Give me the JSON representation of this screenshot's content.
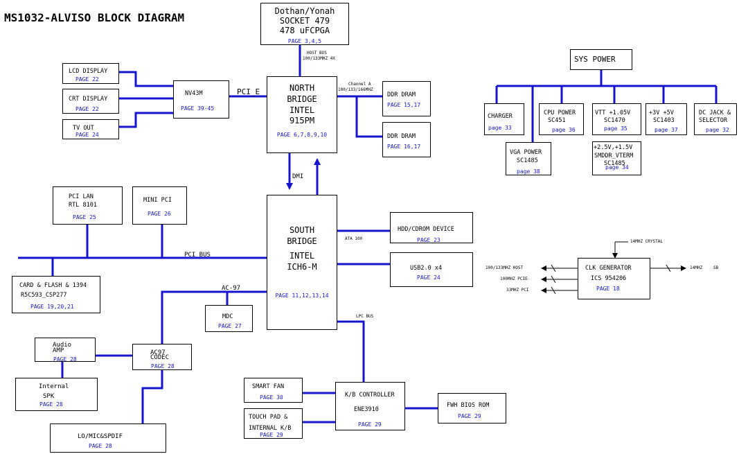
{
  "title": "MS1032-ALVISO BLOCK DIAGRAM",
  "colors": {
    "wire": "#1414d0",
    "page_ref": "#1414d0",
    "text": "#000000",
    "border": "#000000"
  },
  "cpu": {
    "line1": "Dothan/Yonah",
    "line2": "SOCKET 479",
    "line3": "478 uFCPGA",
    "page": "PAGE 3,4,5"
  },
  "host_bus": {
    "line1": "HOST BUS",
    "line2": "100/133MHZ  4X"
  },
  "north_bridge": {
    "line1": "NORTH",
    "line2": "BRIDGE",
    "line3": "INTEL",
    "line4": "915PM",
    "page": "PAGE 6,7,8,9,10"
  },
  "channel_a": {
    "line1": "Channel A",
    "line2": "100/133/166MHZ"
  },
  "ddr1": {
    "label": "DDR DRAM",
    "page": "PAGE 15,17"
  },
  "ddr2": {
    "label": "DDR DRAM",
    "page": "PAGE 16,17"
  },
  "lcd": {
    "label": "LCD DISPLAY",
    "page": "PAGE 22"
  },
  "crt": {
    "label": "CRT DISPLAY",
    "page": "PAGE 22"
  },
  "tvout": {
    "label": "TV OUT",
    "page": "PAGE 24"
  },
  "nv43m": {
    "label": "NV43M",
    "page": "PAGE 39-45"
  },
  "pci_e": "PCI_E",
  "dmi": "DMI",
  "south_bridge": {
    "line1": "SOUTH",
    "line2": "BRIDGE",
    "line3": "INTEL",
    "line4": "ICH6-M",
    "page": "PAGE 11,12,13,14"
  },
  "pci_lan": {
    "line1": "PCI LAN",
    "line2": "RTL 8101",
    "page": "PAGE 25"
  },
  "mini_pci": {
    "label": "MINI PCI",
    "page": "PAGE 26"
  },
  "pci_bus": "PCI BUS",
  "card_flash": {
    "line1": "CARD & FLASH & 1394",
    "line2": "R5C593_CSP277",
    "page": "PAGE 19,20,21"
  },
  "ac97_bus": "AC-97",
  "mdc": {
    "label": "MDC",
    "page": "PAGE 27"
  },
  "audio_amp": {
    "line1": "Audio",
    "line2": "AMP",
    "page": "PAGE 28"
  },
  "internal_spk": {
    "line1": "Internal",
    "line2": "SPK",
    "page": "PAGE 28"
  },
  "ac97_codec": {
    "line1": "AC97",
    "line2": "CODEC",
    "page": "PAGE 28"
  },
  "lo_mic": {
    "label": "LO/MIC&SPDIF",
    "page": "PAGE 28"
  },
  "hdd": {
    "label": "HDD/CDROM DEVICE",
    "page": "PAGE 23"
  },
  "ata": "ATA 100",
  "usb": {
    "label": "USB2.0 x4",
    "page": "PAGE 24"
  },
  "lpc_bus": "LPC BUS",
  "smart_fan": {
    "label": "SMART FAN",
    "page": "PAGE 30"
  },
  "touch_pad": {
    "line1": "TOUCH PAD &",
    "line2": "INTERNAL K/B",
    "page": "PAGE 29"
  },
  "kb_controller": {
    "line1": "K/B CONTROLLER",
    "line2": "ENE3910",
    "page": "PAGE 29"
  },
  "fwh": {
    "label": "FWH BIOS ROM",
    "page": "PAGE 29"
  },
  "sys_power": "SYS POWER",
  "charger": {
    "label": "CHARGER",
    "page": "page 33"
  },
  "vga_power": {
    "line1": "VGA POWER",
    "line2": "SC1485",
    "page": "page 38"
  },
  "cpu_power": {
    "line1": "CPU POWER",
    "line2": "SC451",
    "page": "page 36"
  },
  "vtt": {
    "line1": "VTT   +1.05V",
    "line2": "SC1470",
    "page": "page 35"
  },
  "v25": {
    "line1": "+2.5V,+1.5V",
    "line2": "SMDDR_VTERM",
    "line3": "SC1485",
    "page": "page 34"
  },
  "v3v5": {
    "line1": "+3V +5V",
    "line2": "SC1403",
    "page": "page 37"
  },
  "dc_jack": {
    "line1": "DC JACK &",
    "line2": "SELECTOR",
    "page": "page 32"
  },
  "clk": {
    "line1": "CLK GENERATOR",
    "line2": "ICS 954206",
    "page": "PAGE 18",
    "crystal": "14MHZ CRYSTAL",
    "out_14": "14MHZ",
    "out_sb": "SB",
    "in_host": "100/133MHZ   HOST",
    "in_pcie": "100MHZ PCIE",
    "in_pci": "33MHZ PCI"
  }
}
